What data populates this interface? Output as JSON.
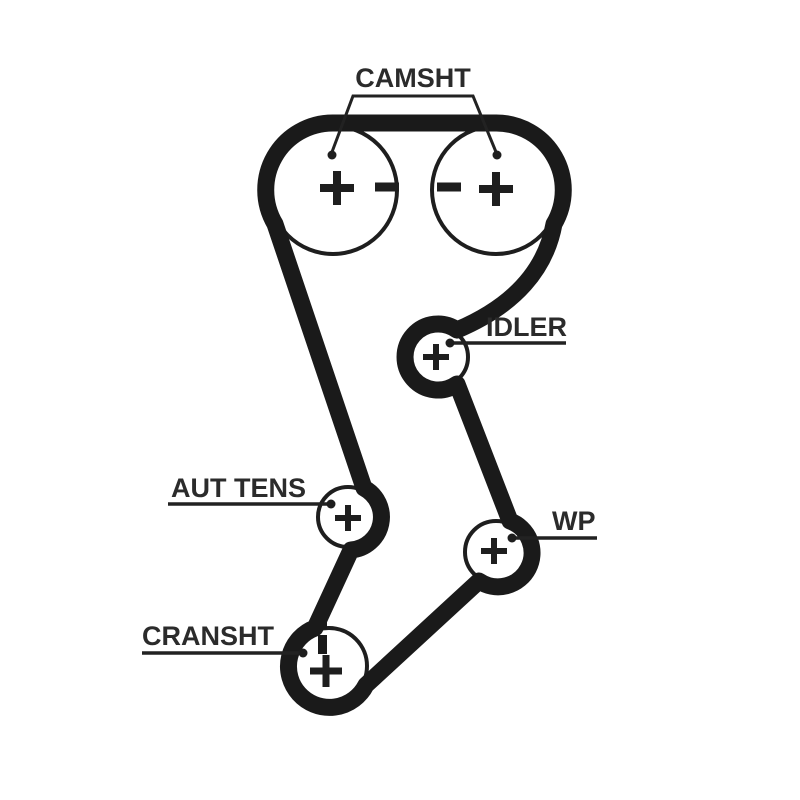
{
  "diagram": {
    "type": "timing-belt-routing",
    "background_color": "#ffffff",
    "belt_color": "#1a1a1a",
    "line_color": "#222222",
    "text_color": "#2b2b2b",
    "labels": {
      "camshaft": "CAMSHT",
      "idler": "IDLER",
      "tensioner": "AUT TENS",
      "water_pump": "WP",
      "crankshaft": "CRANSHT"
    },
    "pulleys": [
      {
        "id": "camshaft-left",
        "label": "CAMSHT",
        "markers": [
          "+",
          "-"
        ]
      },
      {
        "id": "camshaft-right",
        "label": "CAMSHT",
        "markers": [
          "-",
          "+"
        ]
      },
      {
        "id": "idler",
        "label": "IDLER",
        "markers": [
          "+"
        ]
      },
      {
        "id": "tensioner",
        "label": "AUT TENS",
        "markers": [
          "+"
        ]
      },
      {
        "id": "water-pump",
        "label": "WP",
        "markers": [
          "+"
        ]
      },
      {
        "id": "crankshaft",
        "label": "CRANSHT",
        "markers": [
          "+",
          "timing-mark"
        ]
      }
    ]
  }
}
